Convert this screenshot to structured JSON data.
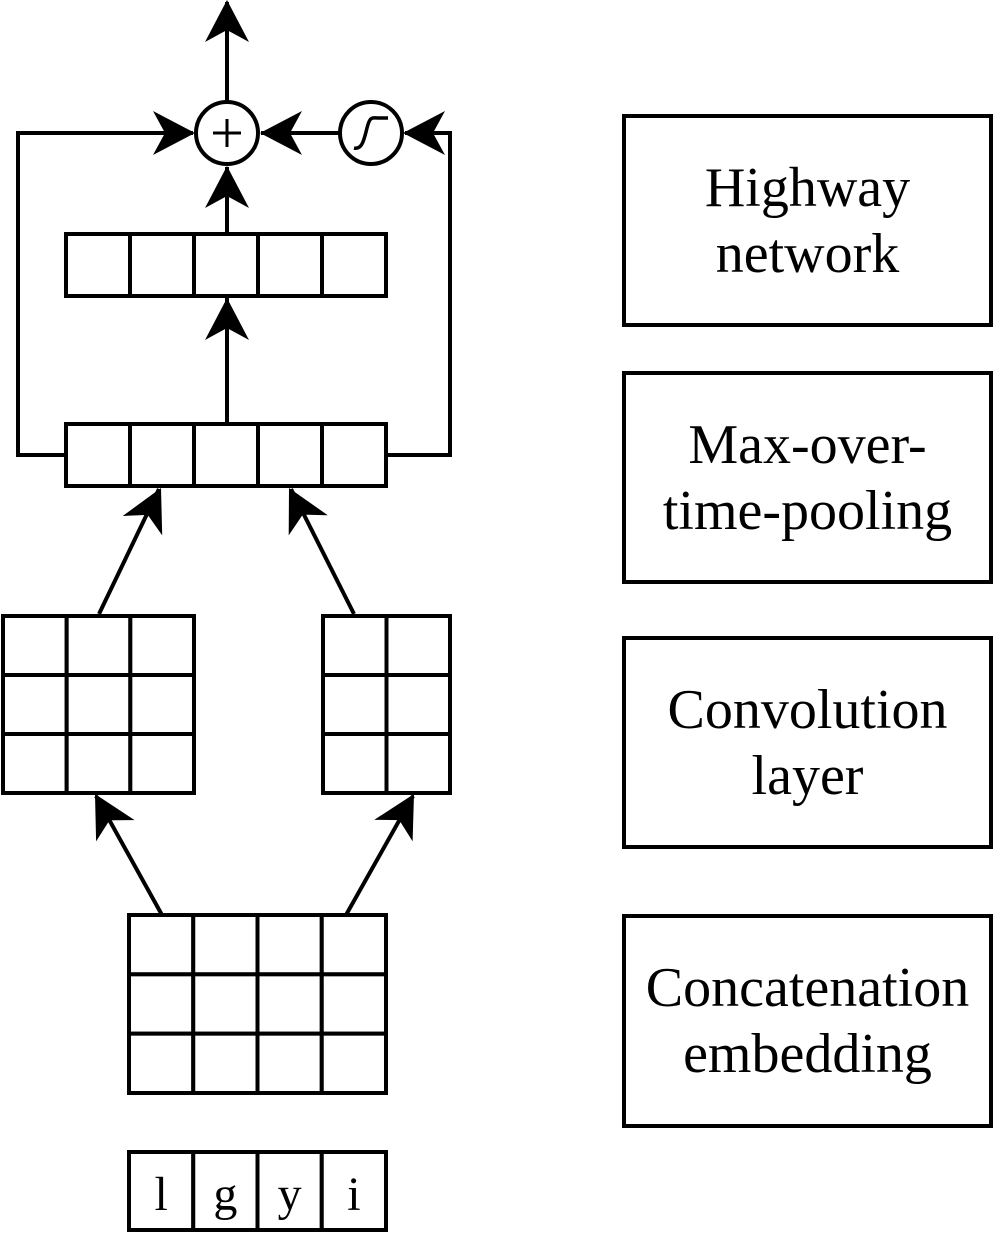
{
  "figure": {
    "layers": [
      {
        "id": "highway",
        "lines": [
          "Highway",
          "network"
        ]
      },
      {
        "id": "pooling",
        "lines": [
          "Max-over-",
          "time-pooling"
        ]
      },
      {
        "id": "convolution",
        "lines": [
          "Convolution",
          "layer"
        ]
      },
      {
        "id": "embedding",
        "lines": [
          "Concatenation",
          "embedding"
        ]
      }
    ],
    "input_characters": [
      "l",
      "g",
      "y",
      "i"
    ],
    "operators": {
      "sum": "+",
      "gate": "sigmoid"
    },
    "structure": {
      "highway_vector_cells": 5,
      "pooled_vector_cells": 5,
      "conv_filter_left": {
        "rows": 3,
        "cols": 3
      },
      "conv_filter_right": {
        "rows": 3,
        "cols": 2
      },
      "embedding_matrix": {
        "rows": 3,
        "cols": 4
      }
    },
    "colors": {
      "stroke": "#000000",
      "background": "#ffffff"
    }
  }
}
